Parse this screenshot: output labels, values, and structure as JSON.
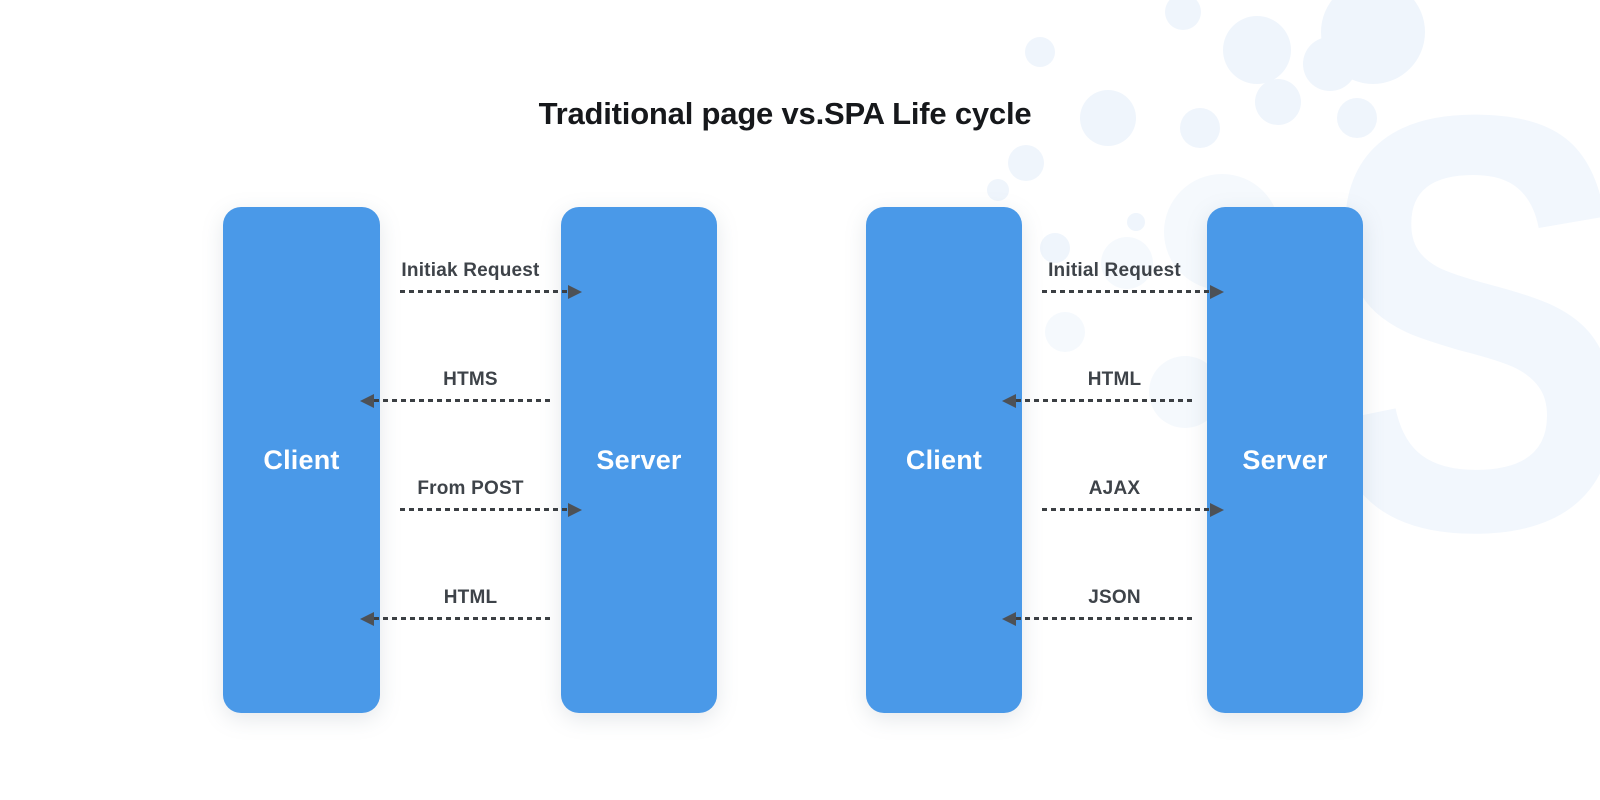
{
  "title": "Traditional page vs.SPA Life cycle",
  "watermark": {
    "letter": "S"
  },
  "colors": {
    "box_blue": "#4a99e8",
    "arrow": "#3b3f43",
    "arrowhead": "#4d5156",
    "message_text": "#3e4349",
    "title_text": "#16181b",
    "watermark": "#f2f7fd"
  },
  "diagrams": [
    {
      "id": "traditional",
      "client_label": "Client",
      "server_label": "Server",
      "messages": [
        {
          "label": "Initiak Request",
          "direction": "right"
        },
        {
          "label": "HTMS",
          "direction": "left"
        },
        {
          "label": "From POST",
          "direction": "right"
        },
        {
          "label": "HTML",
          "direction": "left"
        }
      ]
    },
    {
      "id": "spa",
      "client_label": "Client",
      "server_label": "Server",
      "messages": [
        {
          "label": "Initial Request",
          "direction": "right"
        },
        {
          "label": "HTML",
          "direction": "left"
        },
        {
          "label": "AJAX",
          "direction": "right"
        },
        {
          "label": "JSON",
          "direction": "left"
        }
      ]
    }
  ]
}
